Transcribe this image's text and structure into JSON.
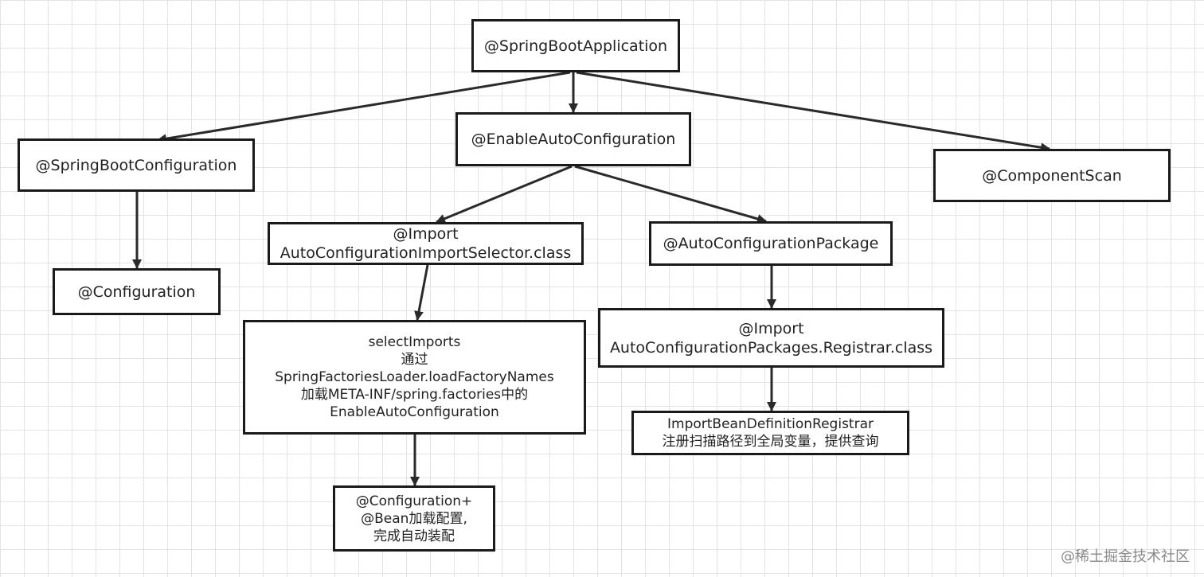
{
  "nodes": {
    "spring_boot_application": {
      "lines": [
        "@SpringBootApplication"
      ]
    },
    "spring_boot_configuration": {
      "lines": [
        "@SpringBootConfiguration"
      ]
    },
    "enable_auto_configuration": {
      "lines": [
        "@EnableAutoConfiguration"
      ]
    },
    "component_scan": {
      "lines": [
        "@ComponentScan"
      ]
    },
    "configuration": {
      "lines": [
        "@Configuration"
      ]
    },
    "import_selector": {
      "lines": [
        "@Import",
        "AutoConfigurationImportSelector.class"
      ]
    },
    "auto_configuration_package": {
      "lines": [
        "@AutoConfigurationPackage"
      ]
    },
    "select_imports": {
      "lines": [
        "selectImports",
        "通过",
        "SpringFactoriesLoader.loadFactoryNames",
        "加载META-INF/spring.factories中的",
        "EnableAutoConfiguration"
      ]
    },
    "import_registrar": {
      "lines": [
        "@Import",
        "AutoConfigurationPackages.Registrar.class"
      ]
    },
    "configuration_bean": {
      "lines": [
        "@Configuration+",
        "@Bean加载配置,",
        "完成自动装配"
      ]
    },
    "bean_definition_registrar": {
      "lines": [
        "ImportBeanDefinitionRegistrar",
        "注册扫描路径到全局变量，提供查询"
      ]
    }
  },
  "edges": [
    {
      "from": "spring_boot_application",
      "to": "spring_boot_configuration"
    },
    {
      "from": "spring_boot_application",
      "to": "enable_auto_configuration"
    },
    {
      "from": "spring_boot_application",
      "to": "component_scan"
    },
    {
      "from": "spring_boot_configuration",
      "to": "configuration"
    },
    {
      "from": "enable_auto_configuration",
      "to": "import_selector"
    },
    {
      "from": "enable_auto_configuration",
      "to": "auto_configuration_package"
    },
    {
      "from": "import_selector",
      "to": "select_imports"
    },
    {
      "from": "select_imports",
      "to": "configuration_bean"
    },
    {
      "from": "auto_configuration_package",
      "to": "import_registrar"
    },
    {
      "from": "import_registrar",
      "to": "bean_definition_registrar"
    }
  ],
  "watermark": "@稀土掘金技术社区"
}
